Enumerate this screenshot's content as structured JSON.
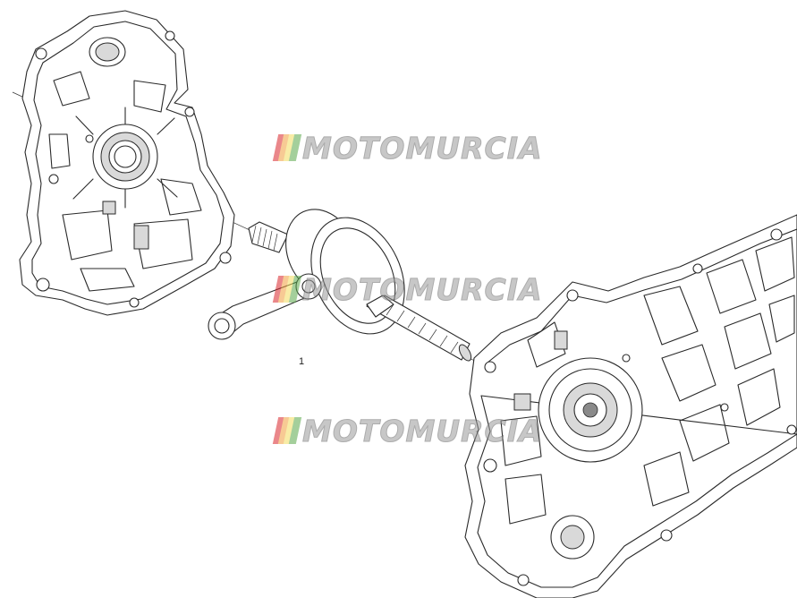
{
  "diagram": {
    "callouts": [
      {
        "id": "1",
        "label": "1",
        "part": "crankshaft"
      }
    ],
    "parts": [
      "left-crankcase-half",
      "crankshaft",
      "right-crankcase-half"
    ]
  },
  "watermark": {
    "text": "MOTOMURCIA",
    "stripe_colors": [
      "#d9262c",
      "#f2a03d",
      "#f4dd5e",
      "#5aa84b"
    ],
    "text_color": "#9a9a9a"
  }
}
